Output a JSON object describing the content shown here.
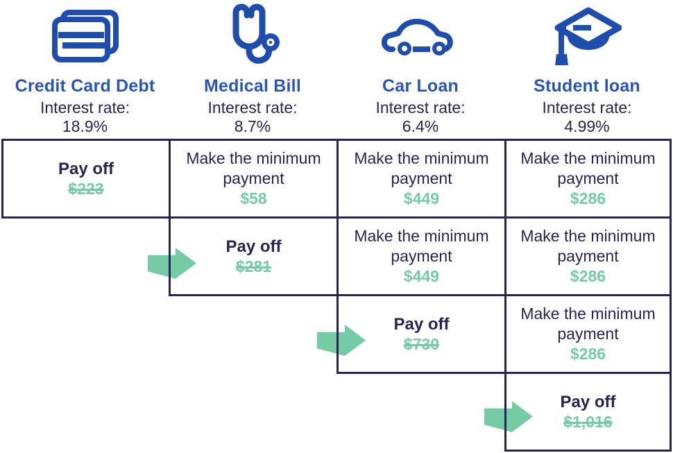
{
  "palette": {
    "blue": "#1e4dad",
    "title_blue": "#2a55b5",
    "navy": "#26254f",
    "green": "#74cba6",
    "background": "#ffffff"
  },
  "header": {
    "columns": [
      {
        "icon": "credit-card-icon",
        "title": "Credit Card Debt",
        "interest_label": "Interest rate:",
        "interest_value": "18.9%"
      },
      {
        "icon": "stethoscope-icon",
        "title": "Medical Bill",
        "interest_label": "Interest rate:",
        "interest_value": "8.7%"
      },
      {
        "icon": "car-icon",
        "title": "Car Loan",
        "interest_label": "Interest rate:",
        "interest_value": "6.4%"
      },
      {
        "icon": "graduation-cap-icon",
        "title": "Student loan",
        "interest_label": "Interest rate:",
        "interest_value": "4.99%"
      }
    ]
  },
  "table": {
    "rows": [
      {
        "step": 1,
        "arrow": false,
        "cells": [
          {
            "column": "Credit Card Debt",
            "action": "Pay off",
            "amount": "$223",
            "amount_struck": true
          },
          {
            "column": "Medical Bill",
            "action": "Make the minimum payment",
            "amount": "$58",
            "amount_struck": false
          },
          {
            "column": "Car Loan",
            "action": "Make the minimum payment",
            "amount": "$449",
            "amount_struck": false
          },
          {
            "column": "Student loan",
            "action": "Make the minimum payment",
            "amount": "$286",
            "amount_struck": false
          }
        ]
      },
      {
        "step": 2,
        "arrow": "right-block-arrow",
        "cells": [
          {
            "column": "Medical Bill",
            "action": "Pay off",
            "amount": "$281",
            "amount_struck": true
          },
          {
            "column": "Car Loan",
            "action": "Make the minimum payment",
            "amount": "$449",
            "amount_struck": false
          },
          {
            "column": "Student loan",
            "action": "Make the minimum payment",
            "amount": "$286",
            "amount_struck": false
          }
        ]
      },
      {
        "step": 3,
        "arrow": "right-block-arrow",
        "cells": [
          {
            "column": "Car Loan",
            "action": "Pay off",
            "amount": "$730",
            "amount_struck": true
          },
          {
            "column": "Student loan",
            "action": "Make the minimum payment",
            "amount": "$286",
            "amount_struck": false
          }
        ]
      },
      {
        "step": 4,
        "arrow": "right-block-arrow",
        "cells": [
          {
            "column": "Student loan",
            "action": "Pay off",
            "amount": "$1,016",
            "amount_struck": true
          }
        ]
      }
    ]
  }
}
